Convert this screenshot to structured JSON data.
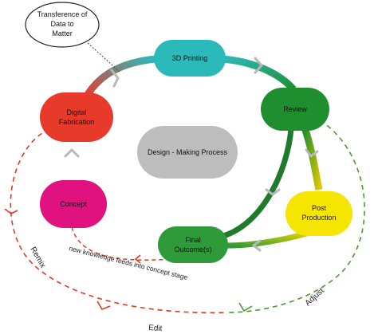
{
  "nodes": {
    "printing": {
      "label": "3D Printing",
      "color": "#2cb9b9"
    },
    "review": {
      "label": "Review",
      "color": "#1f8e2f"
    },
    "post": {
      "label_line1": "Post",
      "label_line2": "Production",
      "color": "#f6e500"
    },
    "final": {
      "label_line1": "Final",
      "label_line2": "Outcome(s)",
      "color": "#2e9a3a"
    },
    "concept": {
      "label": "Concept",
      "color": "#e0127f"
    },
    "digital": {
      "label_line1": "Digital",
      "label_line2": "Fabrication",
      "color": "#e83a2a"
    },
    "center": {
      "label": "Design - Making Process",
      "color": "#bdbdbd"
    },
    "callout": {
      "label_line1": "Transference of",
      "label_line2": "Data to",
      "label_line3": "Matter"
    }
  },
  "flows": {
    "feed": "new knowledge feeds into concept stage",
    "remix": "Remix",
    "adjust": "Adjust",
    "edit": "Edit"
  },
  "colors": {
    "loop_dashed_red": "#e03a1e",
    "loop_dashed_green": "#4a9a35",
    "arrow_grey": "#b8b8b8"
  }
}
